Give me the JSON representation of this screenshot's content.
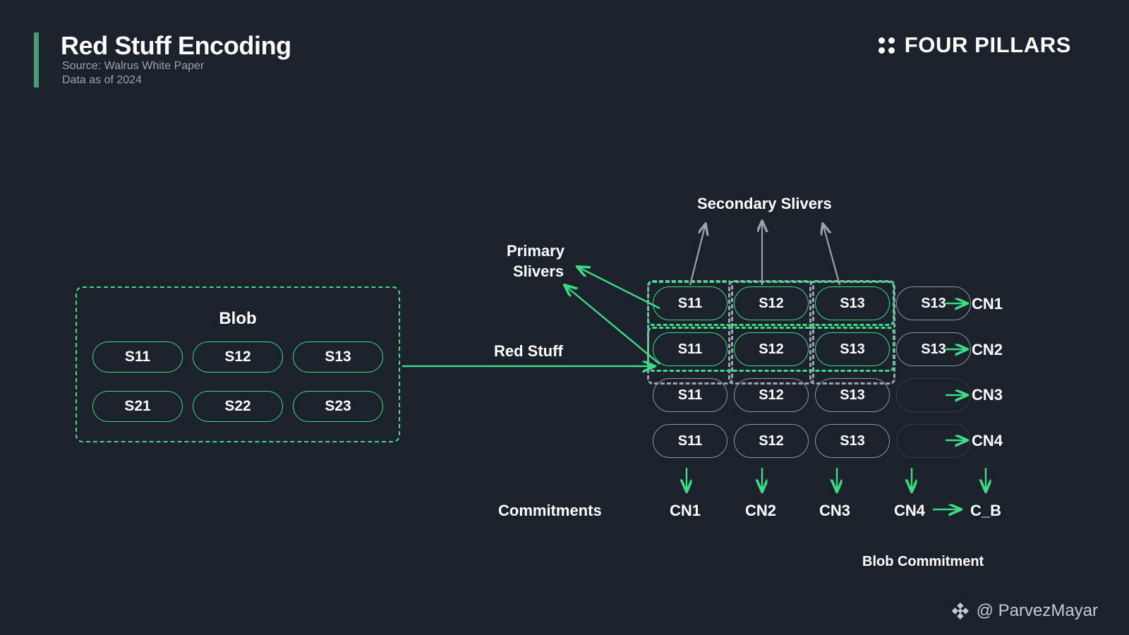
{
  "header": {
    "title": "Red Stuff Encoding",
    "source": "Source: Walrus White Paper",
    "date": "Data as of 2024",
    "accent_color": "#4c9c7a"
  },
  "brand": {
    "name": "FOUR PILLARS",
    "logo_icon": "four-dots-icon"
  },
  "theme": {
    "background": "#1b222c",
    "green": "#3ddc84",
    "grey": "#8d98a5",
    "faint": "#333c48",
    "text": "#ffffff",
    "muted_text": "#9aa4b0"
  },
  "blob": {
    "title": "Blob",
    "slivers": [
      "S11",
      "S12",
      "S13",
      "S21",
      "S22",
      "S23"
    ]
  },
  "labels": {
    "secondary_slivers": "Secondary Slivers",
    "primary_slivers_line1": "Primary",
    "primary_slivers_line2": "Slivers",
    "red_stuff": "Red Stuff",
    "commitments": "Commitments",
    "blob_commitment": "Blob Commitment"
  },
  "encoded_grid": {
    "rows": [
      {
        "cells": [
          "S11",
          "S12",
          "S13",
          "S13"
        ],
        "styles": [
          "green",
          "green",
          "green",
          "grey"
        ],
        "node": "CN1"
      },
      {
        "cells": [
          "S11",
          "S12",
          "S13",
          "S13"
        ],
        "styles": [
          "green",
          "green",
          "green",
          "grey"
        ],
        "node": "CN2"
      },
      {
        "cells": [
          "S11",
          "S12",
          "S13",
          ""
        ],
        "styles": [
          "grey",
          "grey",
          "grey",
          "faint"
        ],
        "node": "CN3"
      },
      {
        "cells": [
          "S11",
          "S12",
          "S13",
          ""
        ],
        "styles": [
          "grey",
          "grey",
          "grey",
          "faint"
        ],
        "node": "CN4"
      }
    ]
  },
  "commitments": {
    "columns": [
      "CN1",
      "CN2",
      "CN3",
      "CN4"
    ],
    "blob_commitment_value": "C_B"
  },
  "watermark": {
    "handle": "@ ParvezMayar",
    "icon": "diamond-cluster-icon"
  }
}
